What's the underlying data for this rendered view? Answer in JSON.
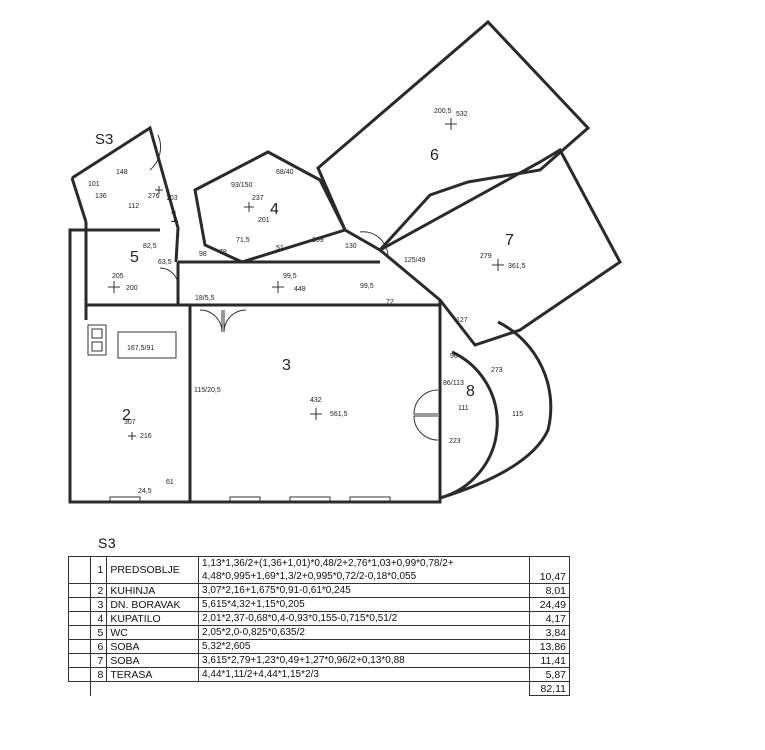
{
  "plan": {
    "section_label": "S3",
    "rooms": [
      {
        "id": "1",
        "dims": [
          "276",
          "103"
        ]
      },
      {
        "id": "2",
        "dims": [
          "307",
          "216"
        ]
      },
      {
        "id": "3",
        "dims": [
          "432",
          "561,5"
        ]
      },
      {
        "id": "4",
        "dims": [
          "237",
          "201"
        ]
      },
      {
        "id": "5",
        "dims": [
          "205",
          "200"
        ]
      },
      {
        "id": "6",
        "dims": [
          "200,5",
          "532"
        ]
      },
      {
        "id": "7",
        "dims": [
          "279",
          "361,5"
        ]
      },
      {
        "id": "8",
        "dims": [
          "273",
          "111",
          "115",
          "223"
        ]
      }
    ],
    "corridor": {
      "dims": [
        "99,5",
        "448",
        "99,5",
        "72"
      ]
    },
    "openings": [
      "101",
      "148",
      "136",
      "112",
      "82,5",
      "63,5",
      "98",
      "78",
      "71,5",
      "51",
      "169",
      "130",
      "93/150",
      "68/40",
      "125/49",
      "18/5,5",
      "167,5/91",
      "115/20,5",
      "127",
      "96",
      "86/113",
      "24,5",
      "61"
    ]
  },
  "table": {
    "title": "S3",
    "rows": [
      {
        "num": "1",
        "name": "PREDSOBLJE",
        "formula": [
          "1,13*1,36/2+(1,36+1,01)*0,48/2+2,76*1,03+0,99*0,78/2+",
          "4,48*0,995+1,69*1,3/2+0,995*0,72/2-0,18*0,055"
        ],
        "value": "10,47"
      },
      {
        "num": "2",
        "name": "KUHINJA",
        "formula": [
          "3,07*2,16+1,675*0,91-0,61*0,245"
        ],
        "value": "8,01"
      },
      {
        "num": "3",
        "name": "DN. BORAVAK",
        "formula": [
          "5,615*4,32+1,15*0,205"
        ],
        "value": "24,49"
      },
      {
        "num": "4",
        "name": "KUPATILO",
        "formula": [
          "2,01*2,37-0,68*0,4-0,93*0,155-0,715*0,51/2"
        ],
        "value": "4,17"
      },
      {
        "num": "5",
        "name": "WC",
        "formula": [
          "2,05*2,0-0,825*0,635/2"
        ],
        "value": "3,84"
      },
      {
        "num": "6",
        "name": "SOBA",
        "formula": [
          "5,32*2,605"
        ],
        "value": "13,86"
      },
      {
        "num": "7",
        "name": "SOBA",
        "formula": [
          "3,615*2,79+1,23*0,49+1,27*0,96/2+0,13*0,88"
        ],
        "value": "11,41"
      },
      {
        "num": "8",
        "name": "TERASA",
        "formula": [
          "4,44*1,11/2+4,44*1,15*2/3"
        ],
        "value": "5,87"
      }
    ],
    "total": "82,11"
  }
}
